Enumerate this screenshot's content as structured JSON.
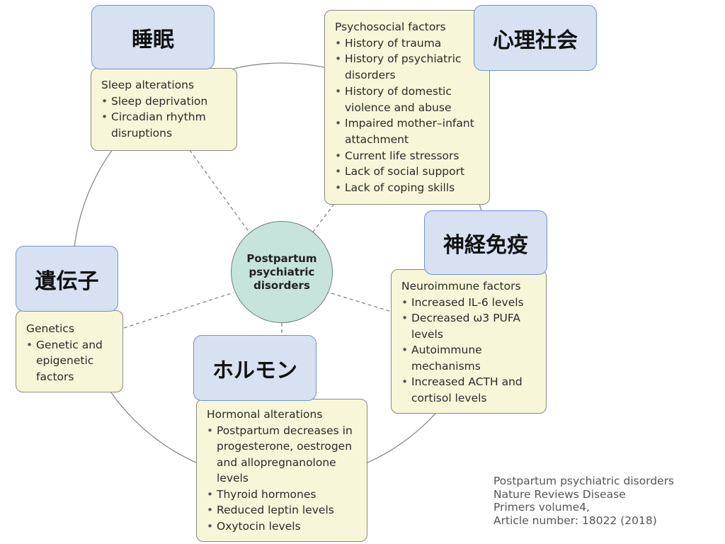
{
  "center": {
    "title": "Postpartum psychiatric disorders"
  },
  "categories": [
    {
      "id": "sleep",
      "label_ja": "睡眠",
      "heading": "Sleep alterations",
      "items": [
        "Sleep deprivation",
        "Circadian rhythm disruptions"
      ]
    },
    {
      "id": "psychosocial",
      "label_ja": "心理社会",
      "heading": "Psychosocial factors",
      "items": [
        "History of trauma",
        "History of psychiatric disorders",
        "History of domestic violence and abuse",
        "Impaired mother–infant attachment",
        "Current life stressors",
        "Lack of social support",
        "Lack of coping skills"
      ]
    },
    {
      "id": "neuroimmune",
      "label_ja": "神経免疫",
      "heading": "Neuroimmune factors",
      "items": [
        "Increased IL-6 levels",
        "Decreased ω3 PUFA levels",
        "Autoimmune mechanisms",
        "Increased ACTH and cortisol levels"
      ]
    },
    {
      "id": "hormonal",
      "label_ja": "ホルモン",
      "heading": "Hormonal alterations",
      "items": [
        "Postpartum decreases in progesterone, oestrogen and allopregnanolone levels",
        "Thyroid hormones",
        "Reduced leptin levels",
        "Oxytocin levels"
      ]
    },
    {
      "id": "genetics",
      "label_ja": "遺伝子",
      "heading": "Genetics",
      "items": [
        "Genetic and epigenetic factors"
      ]
    }
  ],
  "citation": {
    "line1": "Postpartum psychiatric disorders",
    "line2": "Nature Reviews Disease",
    "line3": "Primers volume4,",
    "line4": "Article number: 18022 (2018)"
  },
  "colors": {
    "label_fill": "#d7e1f2",
    "label_border": "#6f95d2",
    "box_fill": "#f8f6d8",
    "center_fill": "#c6e3dc"
  }
}
